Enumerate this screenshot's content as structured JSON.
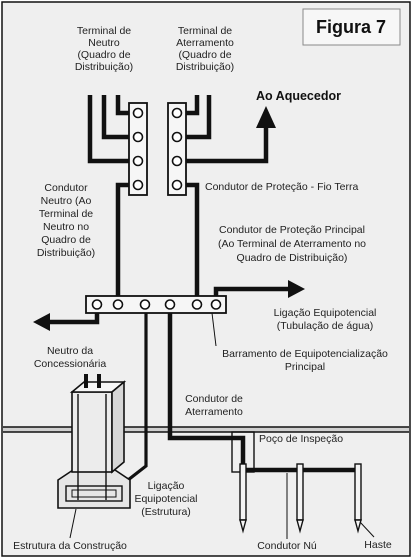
{
  "figure_title": "Figura 7",
  "colors": {
    "background": "#efefef",
    "ink": "#111111"
  },
  "labels": {
    "terminal_neutro": [
      "Terminal de",
      "Neutro",
      "(Quadro de",
      "Distribuição)"
    ],
    "terminal_aterramento": [
      "Terminal de",
      "Aterramento",
      "(Quadro de",
      "Distribuição)"
    ],
    "ao_aquecedor": "Ao Aquecedor",
    "fio_terra": "Condutor de Proteção - Fio Terra",
    "condutor_neutro": [
      "Condutor",
      "Neutro (Ao",
      "Terminal de",
      "Neutro no",
      "Quadro de",
      "Distribuição)"
    ],
    "protecao_principal": [
      "Condutor de Proteção Principal",
      "(Ao Terminal de Aterramento no",
      "Quadro de Distribuição)"
    ],
    "ligacao_tubulacao": [
      "Ligação Equipotencial",
      "(Tubulação de água)"
    ],
    "neutro_concessionaria": [
      "Neutro da",
      "Concessionária"
    ],
    "barramento": [
      "Barramento de Equipotencialização",
      "Principal"
    ],
    "condutor_aterramento": [
      "Condutor de",
      "Aterramento"
    ],
    "poco_inspecao": "Poço de Inspeção",
    "ligacao_estrutura": [
      "Ligação",
      "Equipotencial",
      "(Estrutura)"
    ],
    "estrutura_construcao": "Estrutura da Construção",
    "condutor_nu": "Condutor Nú",
    "haste": "Haste"
  }
}
